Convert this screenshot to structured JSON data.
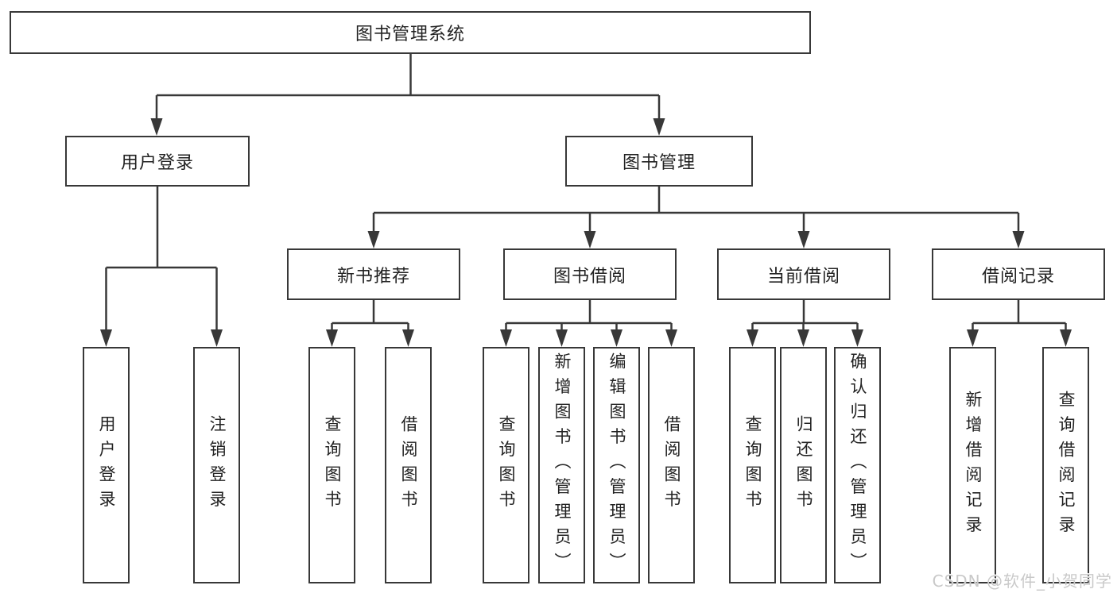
{
  "diagram": {
    "title": "图书管理系统",
    "root": {
      "label": "图书管理系统"
    },
    "level2": [
      {
        "label": "用户登录"
      },
      {
        "label": "图书管理"
      }
    ],
    "level3": [
      {
        "label": "新书推荐",
        "parent": "图书管理"
      },
      {
        "label": "图书借阅",
        "parent": "图书管理"
      },
      {
        "label": "当前借阅",
        "parent": "图书管理"
      },
      {
        "label": "借阅记录",
        "parent": "图书管理"
      }
    ],
    "leaves": [
      {
        "label": "用户登录",
        "parent": "用户登录"
      },
      {
        "label": "注销登录",
        "parent": "用户登录"
      },
      {
        "label": "查询图书",
        "parent": "新书推荐"
      },
      {
        "label": "借阅图书",
        "parent": "新书推荐"
      },
      {
        "label": "查询图书",
        "parent": "图书借阅"
      },
      {
        "label": "新增图书（管理员）",
        "parent": "图书借阅"
      },
      {
        "label": "编辑图书（管理员）",
        "parent": "图书借阅"
      },
      {
        "label": "借阅图书",
        "parent": "图书借阅"
      },
      {
        "label": "查询图书",
        "parent": "当前借阅"
      },
      {
        "label": "归还图书",
        "parent": "当前借阅"
      },
      {
        "label": "确认归还（管理员）",
        "parent": "当前借阅"
      },
      {
        "label": "新增借阅记录",
        "parent": "借阅记录"
      },
      {
        "label": "查询借阅记录",
        "parent": "借阅记录"
      }
    ],
    "watermark": "CSDN @软件_小贺同学",
    "colors": {
      "line": "#383838",
      "text": "#222222",
      "watermark": "#c9c9c9",
      "background": "#ffffff"
    }
  }
}
